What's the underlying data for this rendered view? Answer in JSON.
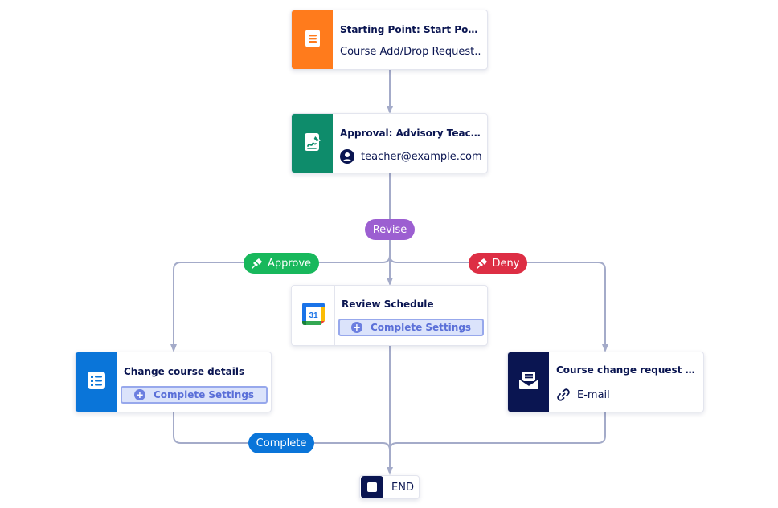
{
  "colors": {
    "connector": "#a4abc9",
    "form_orange": "#ff7b1c",
    "approval_green": "#0e8c6b",
    "task_blue": "#0a75d9",
    "email_navy": "#0a1551",
    "approve_green": "#18b85c",
    "deny_red": "#dd2e44",
    "revise_purple": "#9c5fd1",
    "complete_blue": "#0a75d9",
    "settings_bg": "#dbe3fb",
    "settings_border": "#97a8ec"
  },
  "nodes": {
    "start": {
      "icon": "form-icon",
      "title": "Starting Point: Start Point: A...",
      "subtitle": "Course Add/Drop Request..."
    },
    "approval": {
      "icon": "approval-signature-icon",
      "title": "Approval: Advisory Teacher",
      "assignee_icon": "user-avatar-icon",
      "assignee": "teacher@example.com"
    },
    "review": {
      "icon": "google-calendar-icon",
      "calendar_day": "31",
      "title": "Review Schedule",
      "settings_label": "Complete Settings"
    },
    "change": {
      "icon": "task-list-icon",
      "title": "Change course details",
      "settings_label": "Complete Settings"
    },
    "email": {
      "icon": "email-envelope-icon",
      "title": "Course change request rejec...",
      "link_icon": "link-icon",
      "subtitle": "E-mail"
    },
    "end": {
      "icon": "end-square-icon",
      "label": "END"
    }
  },
  "branches": {
    "revise": "Revise",
    "approve": "Approve",
    "deny": "Deny",
    "complete": "Complete"
  }
}
